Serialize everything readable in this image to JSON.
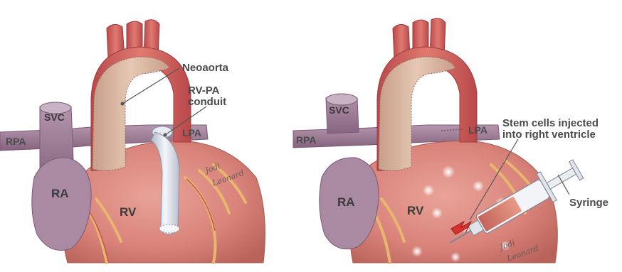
{
  "left_panel": {
    "labels": {
      "neoaorta": "Neoaorta",
      "conduit_line1": "RV-PA",
      "conduit_line2": "conduit",
      "svc": "SVC",
      "rpa": "RPA",
      "lpa": "LPA",
      "ra": "RA",
      "rv": "RV"
    },
    "signature_line1": "Jodi",
    "signature_line2": "Leonard"
  },
  "right_panel": {
    "labels": {
      "svc": "SVC",
      "rpa": "RPA",
      "lpa": "LPA",
      "ra": "RA",
      "rv": "RV",
      "stem_line1": "Stem cells injected",
      "stem_line2": "into right ventricle",
      "syringe": "Syringe"
    },
    "signature_line1": "Jodi",
    "signature_line2": "Leonard"
  },
  "colors": {
    "ventricle": "#d9837a",
    "aorta": "#d8655f",
    "aorta_inner": "#d8b8a4",
    "vessel_purple": "#9d7a94",
    "atrium": "#a98aa2",
    "fat": "#e7b76f",
    "conduit": "#e2e6ee",
    "label": "#4a4a4a"
  }
}
